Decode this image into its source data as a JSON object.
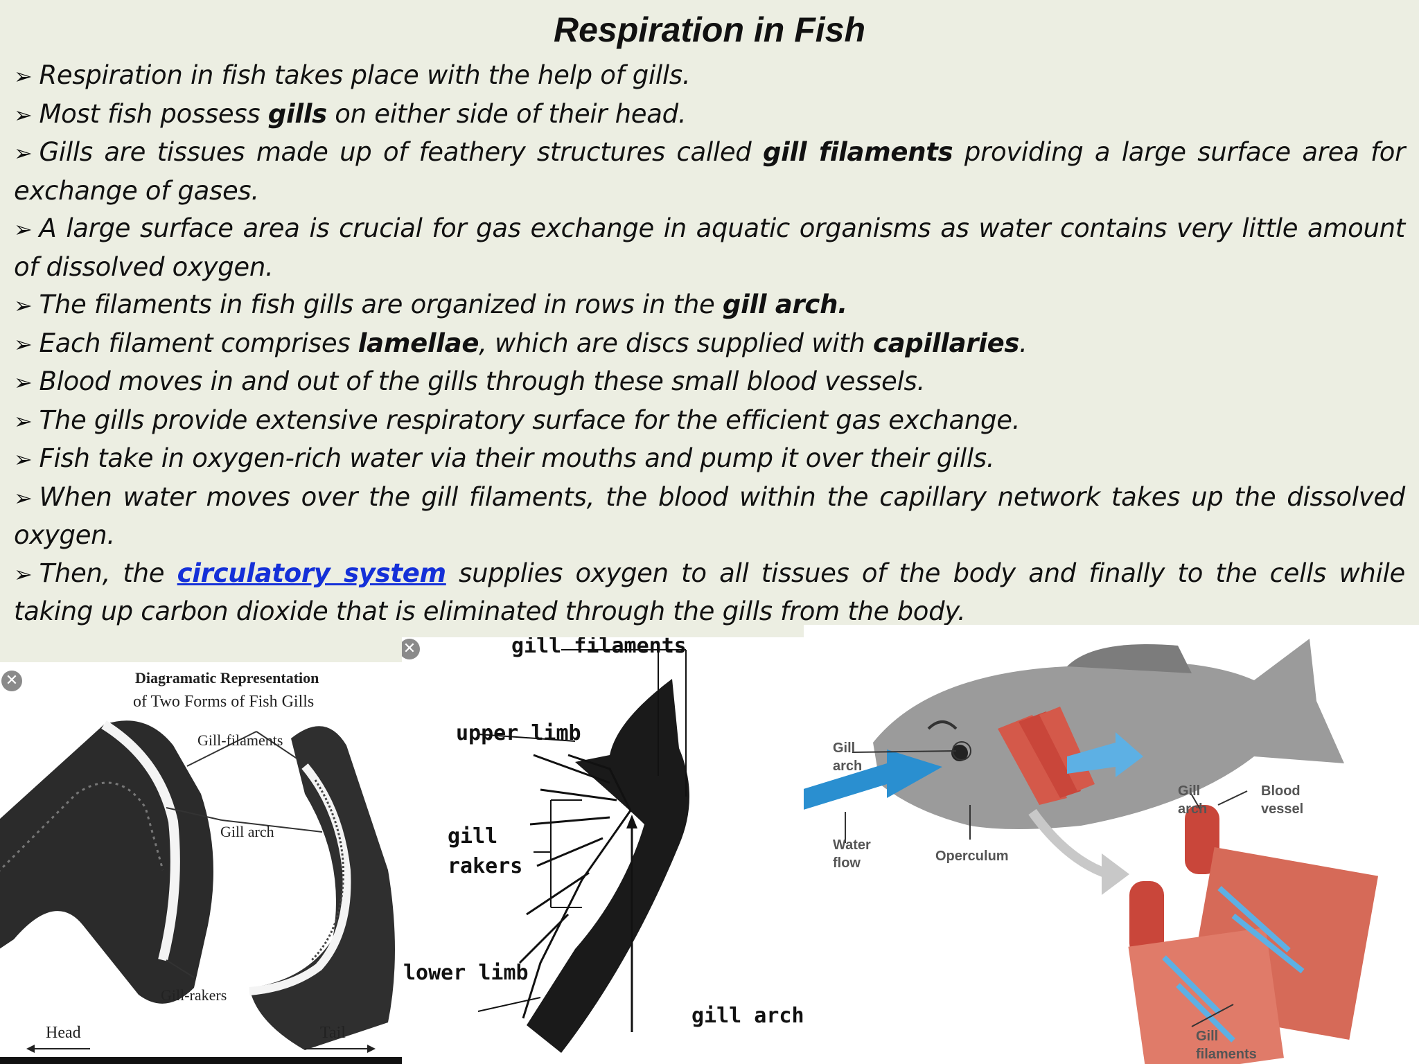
{
  "title": "Respiration in Fish",
  "bullets": [
    {
      "parts": [
        "Respiration in fish takes place with the help of gills."
      ]
    },
    {
      "parts": [
        "Most fish possess ",
        "gills",
        " on either side of their head."
      ]
    },
    {
      "parts": [
        "Gills are tissues made up of feathery structures called ",
        "gill filaments",
        " providing a large surface area for exchange of gases."
      ]
    },
    {
      "parts": [
        "A large surface area is crucial for gas exchange in aquatic organisms as water contains very little amount of dissolved oxygen."
      ]
    },
    {
      "parts": [
        "The filaments in fish gills are organized in rows in the ",
        "gill arch."
      ]
    },
    {
      "parts": [
        "Each filament comprises ",
        "lamellae",
        ", which are discs supplied with ",
        "capillaries",
        "."
      ]
    },
    {
      "parts": [
        "Blood moves in and out of the gills through these small blood vessels."
      ]
    },
    {
      "parts": [
        "The gills provide extensive respiratory surface  for the efficient gas exchange."
      ]
    },
    {
      "parts": [
        "Fish take in oxygen-rich water via their mouths and pump it over their gills."
      ]
    },
    {
      "parts": [
        "When water moves over the gill filaments, the blood within the capillary network takes up the dissolved oxygen."
      ]
    },
    {
      "parts": [
        "Then, the ",
        "circulatory system",
        " supplies oxygen to all tissues of the body and finally to the cells while taking up carbon dioxide that is eliminated through the gills from the body."
      ]
    }
  ],
  "figure1": {
    "title_line1": "Diagramatic Representation",
    "title_line2": "of Two Forms of Fish Gills",
    "label_filaments": "Gill-filaments",
    "label_arch": "Gill arch",
    "label_rakers": "Gill-rakers",
    "label_head": "Head",
    "label_tail": "Tail"
  },
  "figure2": {
    "label_filaments": "gill filaments",
    "label_upper": "upper limb",
    "label_rakers_1": "gill",
    "label_rakers_2": "rakers",
    "label_lower": "lower limb",
    "label_arch": "gill arch"
  },
  "figure3": {
    "label_arch_1": "Gill",
    "label_arch_2": "arch",
    "label_water_1": "Water",
    "label_water_2": "flow",
    "label_operculum": "Operculum",
    "label_arch2_1": "Gill",
    "label_arch2_2": "arch",
    "label_vessel_1": "Blood",
    "label_vessel_2": "vessel",
    "label_filaments_1": "Gill",
    "label_filaments_2": "filaments"
  },
  "close_glyph": "✕"
}
